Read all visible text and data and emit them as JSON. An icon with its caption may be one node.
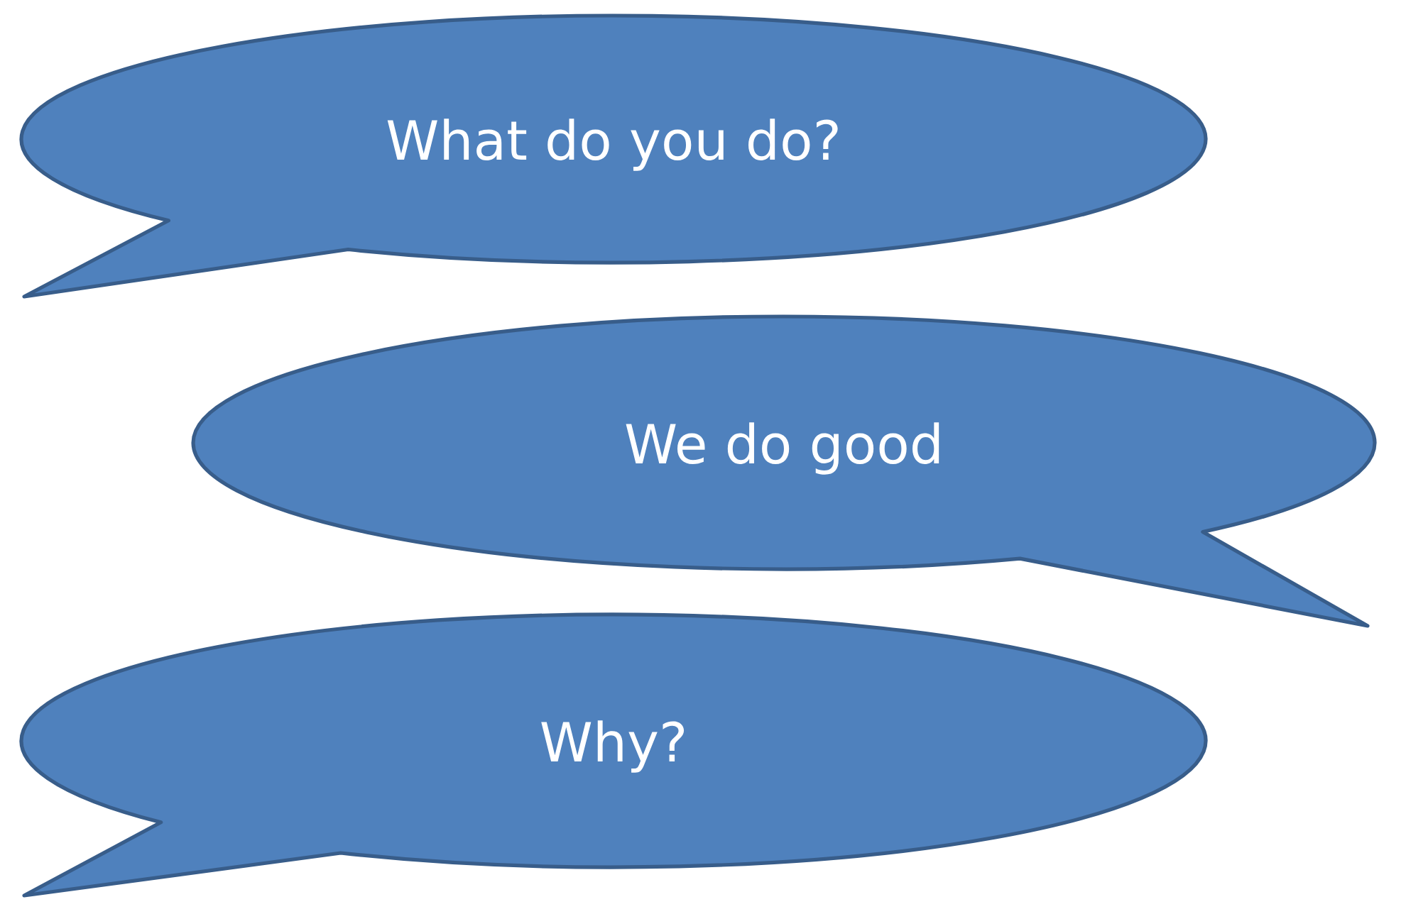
{
  "diagram": {
    "nodes": [
      {
        "text": [
          "What do you do?"
        ]
      },
      {
        "text": [
          "We do good"
        ]
      },
      {
        "text": [
          "Why?"
        ]
      }
    ]
  }
}
